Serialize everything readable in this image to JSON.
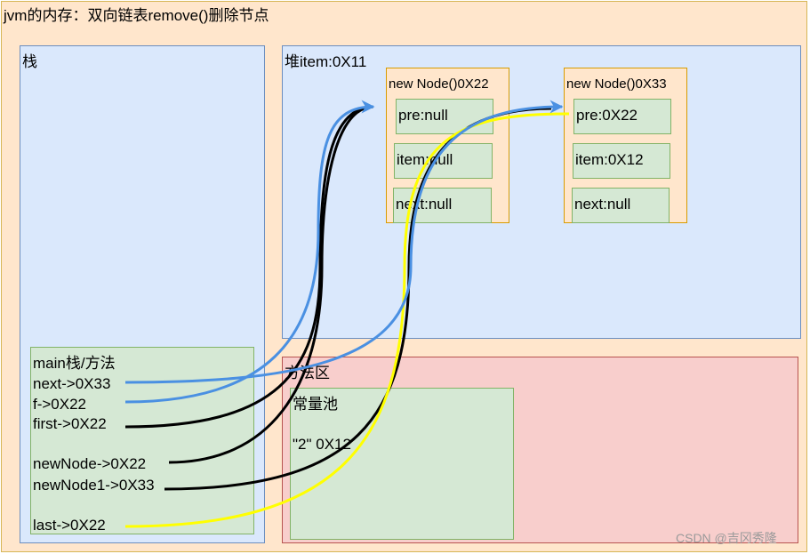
{
  "title": "jvm的内存：双向链表remove()删除节点",
  "stack": {
    "label": "栈"
  },
  "heap": {
    "label": "堆item:0X11"
  },
  "node1": {
    "label": "new Node()0X22",
    "pre": "pre:null",
    "item": "item:null",
    "next": "next:null"
  },
  "node2": {
    "label": "new Node()0X33",
    "pre": "pre:0X22",
    "item": "item:0X12",
    "next": "next:null"
  },
  "method_area": {
    "label": "方法区"
  },
  "constant_pool": {
    "label": "常量池",
    "entry": "\"2\" 0X12"
  },
  "main_frame": {
    "label": "main栈/方法",
    "vars": [
      "next->0X33",
      "f->0X22",
      "first->0X22",
      "newNode->0X22",
      "newNode1->0X33",
      "last->0X22"
    ]
  },
  "colors": {
    "blue_arrow": "#4a90e2",
    "black_line": "#000000",
    "yellow_line": "#ffff00"
  },
  "watermark": "CSDN @吉冈秀隆"
}
